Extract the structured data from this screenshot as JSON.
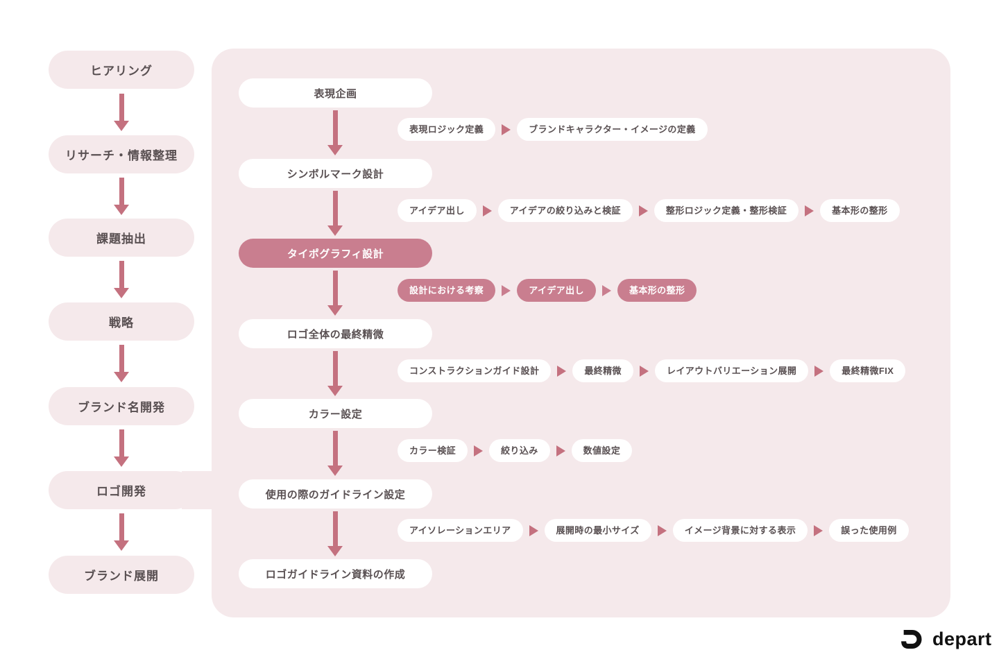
{
  "colors": {
    "panel_background": "#f5e9eb",
    "pill_light": "#f5e9eb",
    "pill_white": "#ffffff",
    "accent_pink": "#c97e8f",
    "arrow_pink": "#c4717f",
    "text": "#595052",
    "brand_ink": "#111111"
  },
  "sidebar": {
    "items": [
      {
        "label": "ヒアリング"
      },
      {
        "label": "リサーチ・情報整理"
      },
      {
        "label": "課題抽出"
      },
      {
        "label": "戦略"
      },
      {
        "label": "ブランド名開発"
      },
      {
        "label": "ロゴ開発"
      },
      {
        "label": "ブランド展開"
      }
    ]
  },
  "flow": {
    "stages": [
      {
        "label": "表現企画",
        "highlighted": false,
        "substeps": [
          "表現ロジック定義",
          "ブランドキャラクター・イメージの定義"
        ]
      },
      {
        "label": "シンボルマーク設計",
        "highlighted": false,
        "substeps": [
          "アイデア出し",
          "アイデアの絞り込みと検証",
          "整形ロジック定義・整形検証",
          "基本形の整形"
        ]
      },
      {
        "label": "タイポグラフィ設計",
        "highlighted": true,
        "substeps": [
          "設計における考察",
          "アイデア出し",
          "基本形の整形"
        ]
      },
      {
        "label": "ロゴ全体の最終精微",
        "highlighted": false,
        "substeps": [
          "コンストラクションガイド設計",
          "最終精微",
          "レイアウトバリエーション展開",
          "最終精微FIX"
        ]
      },
      {
        "label": "カラー設定",
        "highlighted": false,
        "substeps": [
          "カラー検証",
          "絞り込み",
          "数値設定"
        ]
      },
      {
        "label": "使用の際のガイドライン設定",
        "highlighted": false,
        "substeps": [
          "アイソレーションエリア",
          "展開時の最小サイズ",
          "イメージ背景に対する表示",
          "誤った使用例"
        ]
      },
      {
        "label": "ロゴガイドライン資料の作成",
        "highlighted": false,
        "substeps": []
      }
    ]
  },
  "footer": {
    "brand": "depart",
    "icon": "depart-d-icon"
  }
}
